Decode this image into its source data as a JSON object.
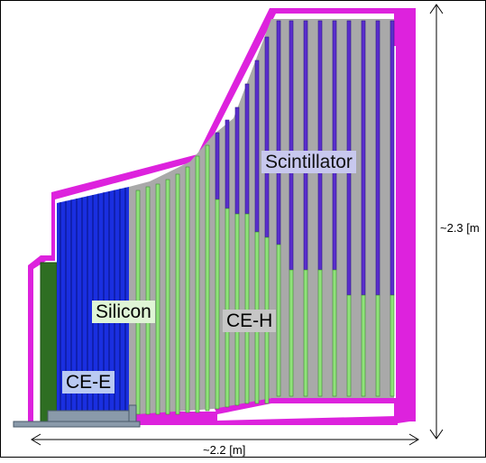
{
  "labels": {
    "scintillator": "Scintillator",
    "silicon": "Silicon",
    "ce_h": "CE-H",
    "ce_e": "CE-E",
    "height": "~2.3 [m",
    "width": "~2.2 [m]"
  },
  "colors": {
    "envelope": "#dd22dd",
    "silicon_blue": "#1a2fe0",
    "scint_purple": "#5a2ecc",
    "gray": "#a9a9a9",
    "green": "#8fe27a",
    "dark_green": "#2e6e22",
    "support": "#8a9aaa"
  }
}
